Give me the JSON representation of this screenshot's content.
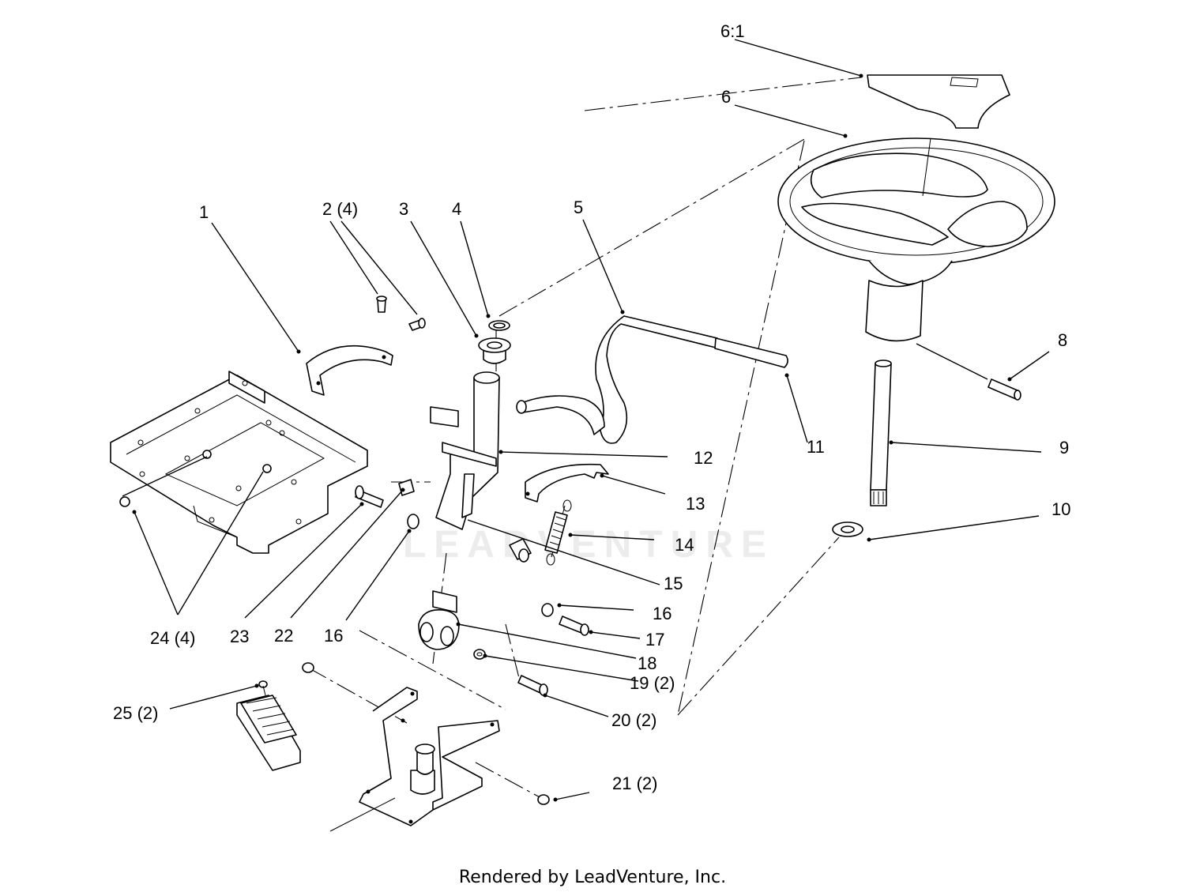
{
  "diagram": {
    "watermark": "LEADVENTURE",
    "footer": "Rendered by LeadVenture, Inc.",
    "labels": {
      "l6_1": "6:1",
      "l6": "6",
      "l1": "1",
      "l2": "2 (4)",
      "l3": "3",
      "l4": "4",
      "l5": "5",
      "l8": "8",
      "l9": "9",
      "l10": "10",
      "l11": "11",
      "l12": "12",
      "l13": "13",
      "l14": "14",
      "l15": "15",
      "l16a": "16",
      "l16b": "16",
      "l17": "17",
      "l18": "18",
      "l19": "19 (2)",
      "l20": "20 (2)",
      "l21": "21 (2)",
      "l22": "22",
      "l23": "23",
      "l24": "24 (4)",
      "l25": "25 (2)"
    }
  }
}
